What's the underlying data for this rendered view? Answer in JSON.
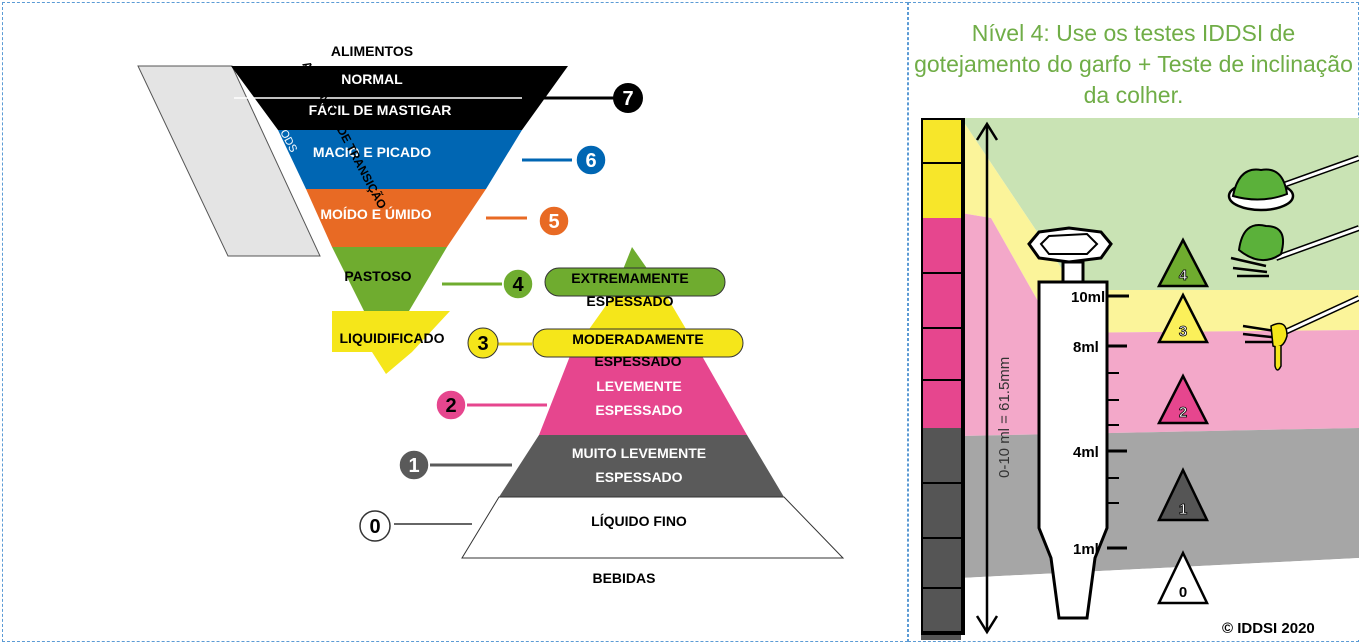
{
  "diagram": {
    "foods": {
      "header": "ALIMENTOS",
      "levels": [
        {
          "number": "7",
          "label": "NORMAL",
          "label2": "FÁCIL DE MASTIGAR",
          "color": "#000000"
        },
        {
          "number": "6",
          "label": "MACIO E PICADO",
          "color": "#0066b3"
        },
        {
          "number": "5",
          "label": "MOÍDO E ÚMIDO",
          "color": "#e86a24"
        },
        {
          "number": "4",
          "label": "PASTOSO",
          "color": "#6fac2f"
        },
        {
          "number": "3",
          "label": "LIQUIDIFICADO",
          "color": "#f5e61a"
        }
      ],
      "transitional_text": "ALIMENTOS DE TRANSIÇÃO",
      "side_text": "ODS"
    },
    "drinks": {
      "footer": "BEBIDAS",
      "levels": [
        {
          "number": "4",
          "label": "EXTREMAMENTE",
          "label2": "ESPESSADO",
          "color": "#6fac2f"
        },
        {
          "number": "3",
          "label": "MODERADAMENTE",
          "label2": "ESPESSADO",
          "color": "#f5e61a"
        },
        {
          "number": "2",
          "label": "LEVEMENTE",
          "label2": "ESPESSADO",
          "color": "#e6468e"
        },
        {
          "number": "1",
          "label": "MUITO LEVEMENTE",
          "label2": "ESPESSADO",
          "color": "#5a5a5a"
        },
        {
          "number": "0",
          "label": "LÍQUIDO FINO",
          "color": "#ffffff"
        }
      ]
    }
  },
  "test_panel": {
    "title": "Nível 4:  Use os testes IDDSI de gotejamento do garfo + Teste de inclinação da colher.",
    "syringe_marks": [
      "10ml",
      "8ml",
      "4ml",
      "1ml"
    ],
    "measure_label": "0-10 ml = 61.5mm",
    "level_triangles": [
      "4",
      "3",
      "2",
      "1",
      "0"
    ],
    "copyright": "© IDDSI 2020",
    "colors": {
      "green": "#c9e3b4",
      "yellow": "#fbf49a",
      "pink": "#f3a8c9",
      "grey": "#a6a6a6"
    }
  }
}
